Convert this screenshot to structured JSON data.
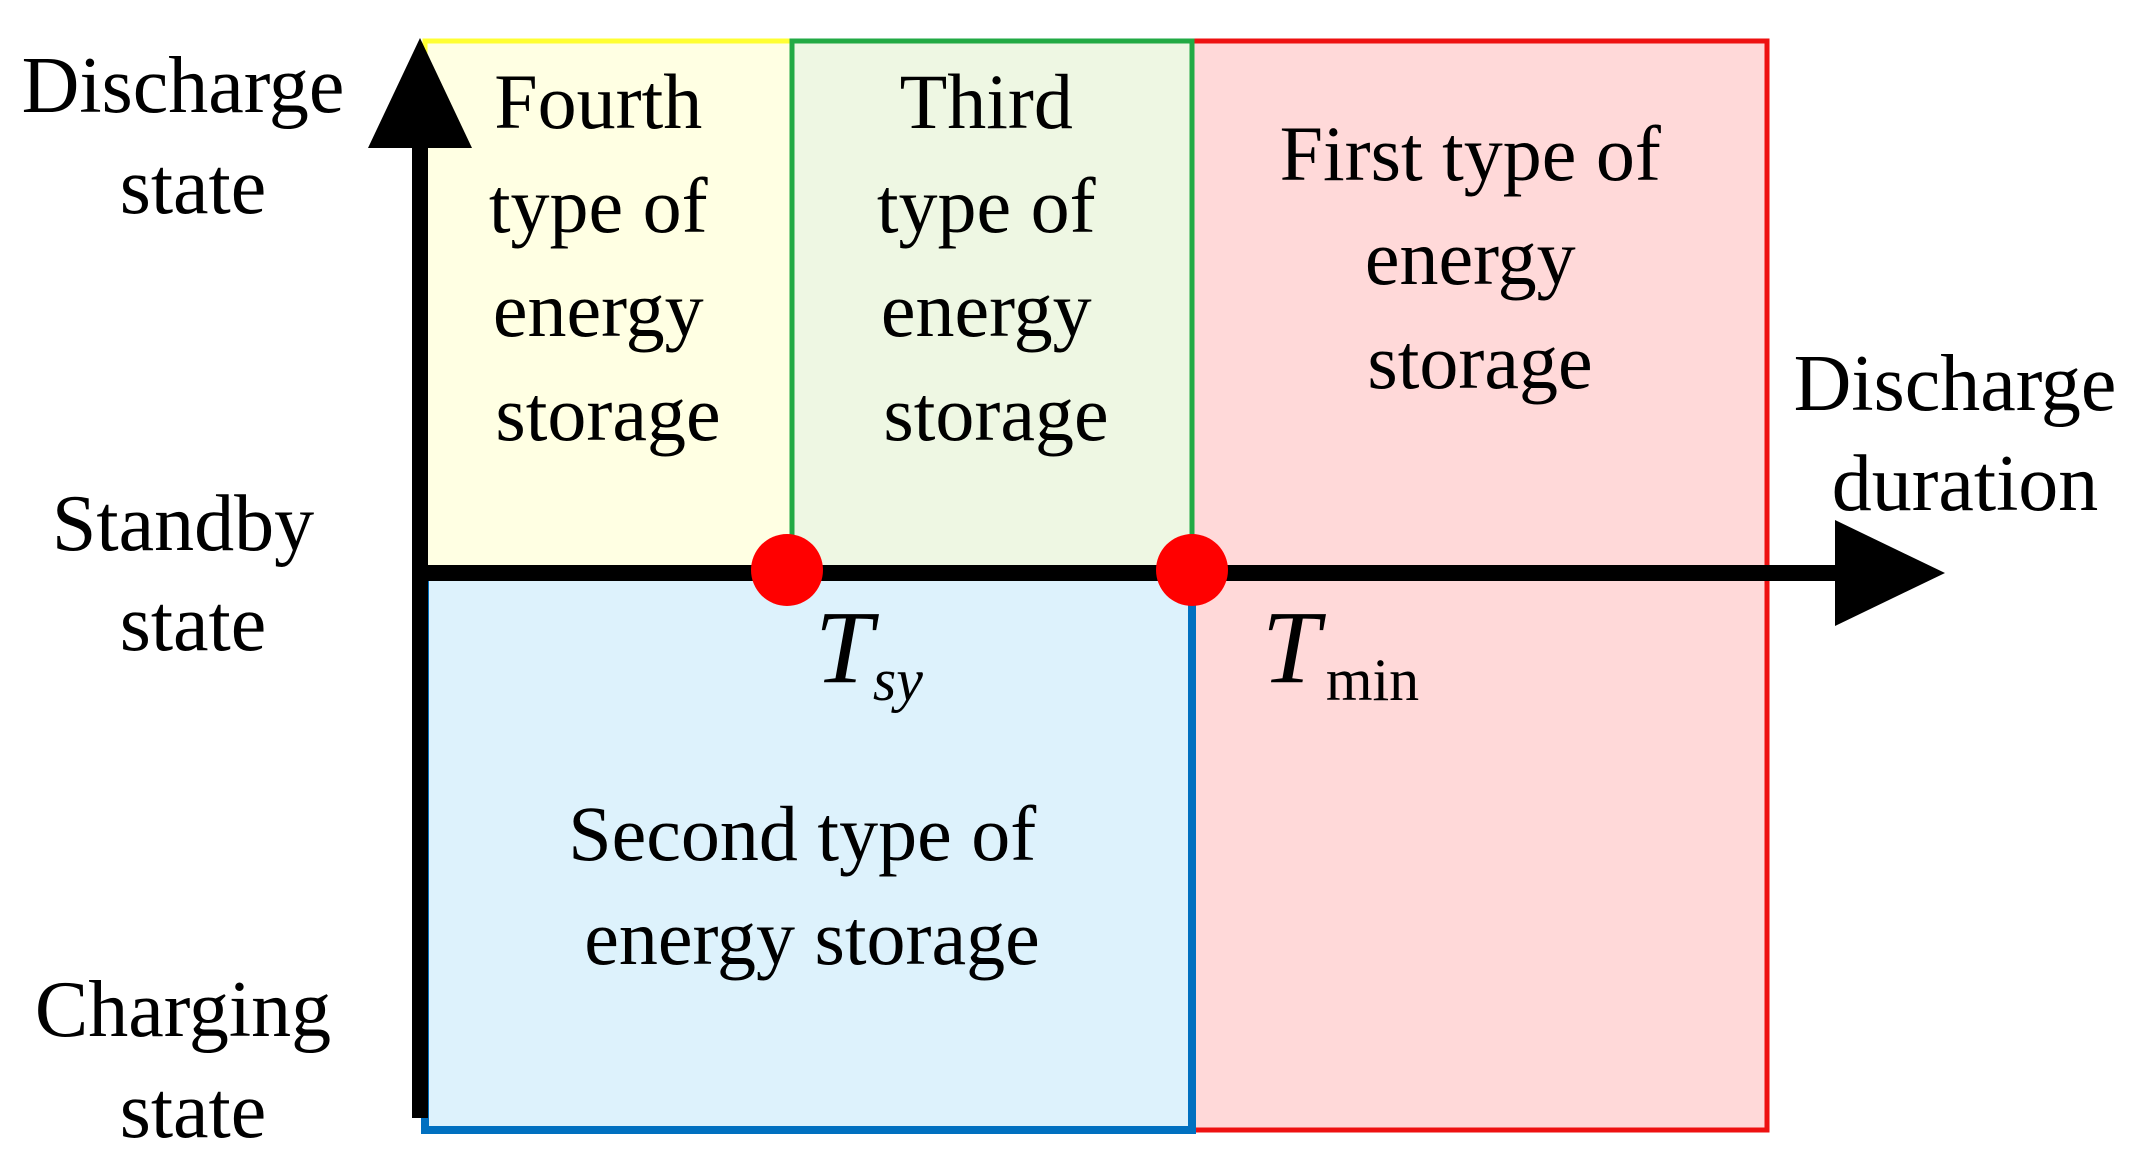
{
  "y_axis_states": {
    "discharge": [
      "Discharge",
      "state"
    ],
    "standby": [
      "Standby",
      "state"
    ],
    "charging": [
      "Charging",
      "state"
    ]
  },
  "x_axis_label": [
    "Discharge",
    "duration"
  ],
  "regions": {
    "fourth": {
      "lines": [
        "Fourth",
        "type of",
        "energy",
        "storage"
      ],
      "fill": "#FFFFE3",
      "stroke": "#FFFF33"
    },
    "third": {
      "lines": [
        "Third",
        "type of",
        "energy",
        "storage"
      ],
      "fill": "#EEF7E3",
      "stroke": "#22AA44"
    },
    "first": {
      "lines": [
        "First type of",
        "energy",
        "storage"
      ],
      "fill": "#FFD9D9",
      "stroke": "#EE1111"
    },
    "second": {
      "lines": [
        "Second type of",
        "energy storage"
      ],
      "fill": "#DDF2FC",
      "stroke": "#0070C0"
    }
  },
  "thresholds": {
    "tsy": {
      "symbol": "T",
      "subscript": "sy"
    },
    "tmin": {
      "symbol": "T",
      "subscript": "min"
    }
  },
  "colors": {
    "axis": "#000000",
    "marker": "#FF0000"
  }
}
